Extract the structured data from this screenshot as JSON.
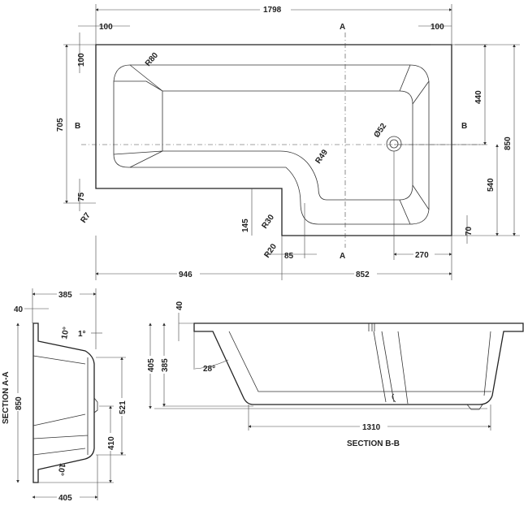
{
  "plan": {
    "overall_length": "1798",
    "rim_left": "100",
    "rim_right": "100",
    "rim_top": "100",
    "corner_radius_top": "R80",
    "depth_left": "705",
    "depth_right": "850",
    "rim_bottom_left": "75",
    "corner_radius_notch": "R7",
    "notch_depth": "145",
    "radius_r30": "R30",
    "radius_r20": "R20",
    "radius_r49": "R49",
    "notch_offset": "85",
    "waste_diameter": "Ø52",
    "waste_to_top": "440",
    "waste_to_bottom": "540",
    "rim_bottom_right": "70",
    "waste_to_right": "270",
    "left_length": "946",
    "right_length": "852",
    "section_a": "A",
    "section_b": "B"
  },
  "section_aa": {
    "title": "SECTION A-A",
    "top_width": "385",
    "rim_thickness": "40",
    "angle_top": "10°",
    "angle_bottom": "10°",
    "draft_angle": "1°",
    "height": "850",
    "side_521": "521",
    "side_410": "410",
    "bottom_width": "405"
  },
  "section_bb": {
    "title": "SECTION B-B",
    "rim_thickness": "40",
    "total_depth": "405",
    "inner_depth": "385",
    "angle": "28°",
    "floor_length": "1310"
  }
}
